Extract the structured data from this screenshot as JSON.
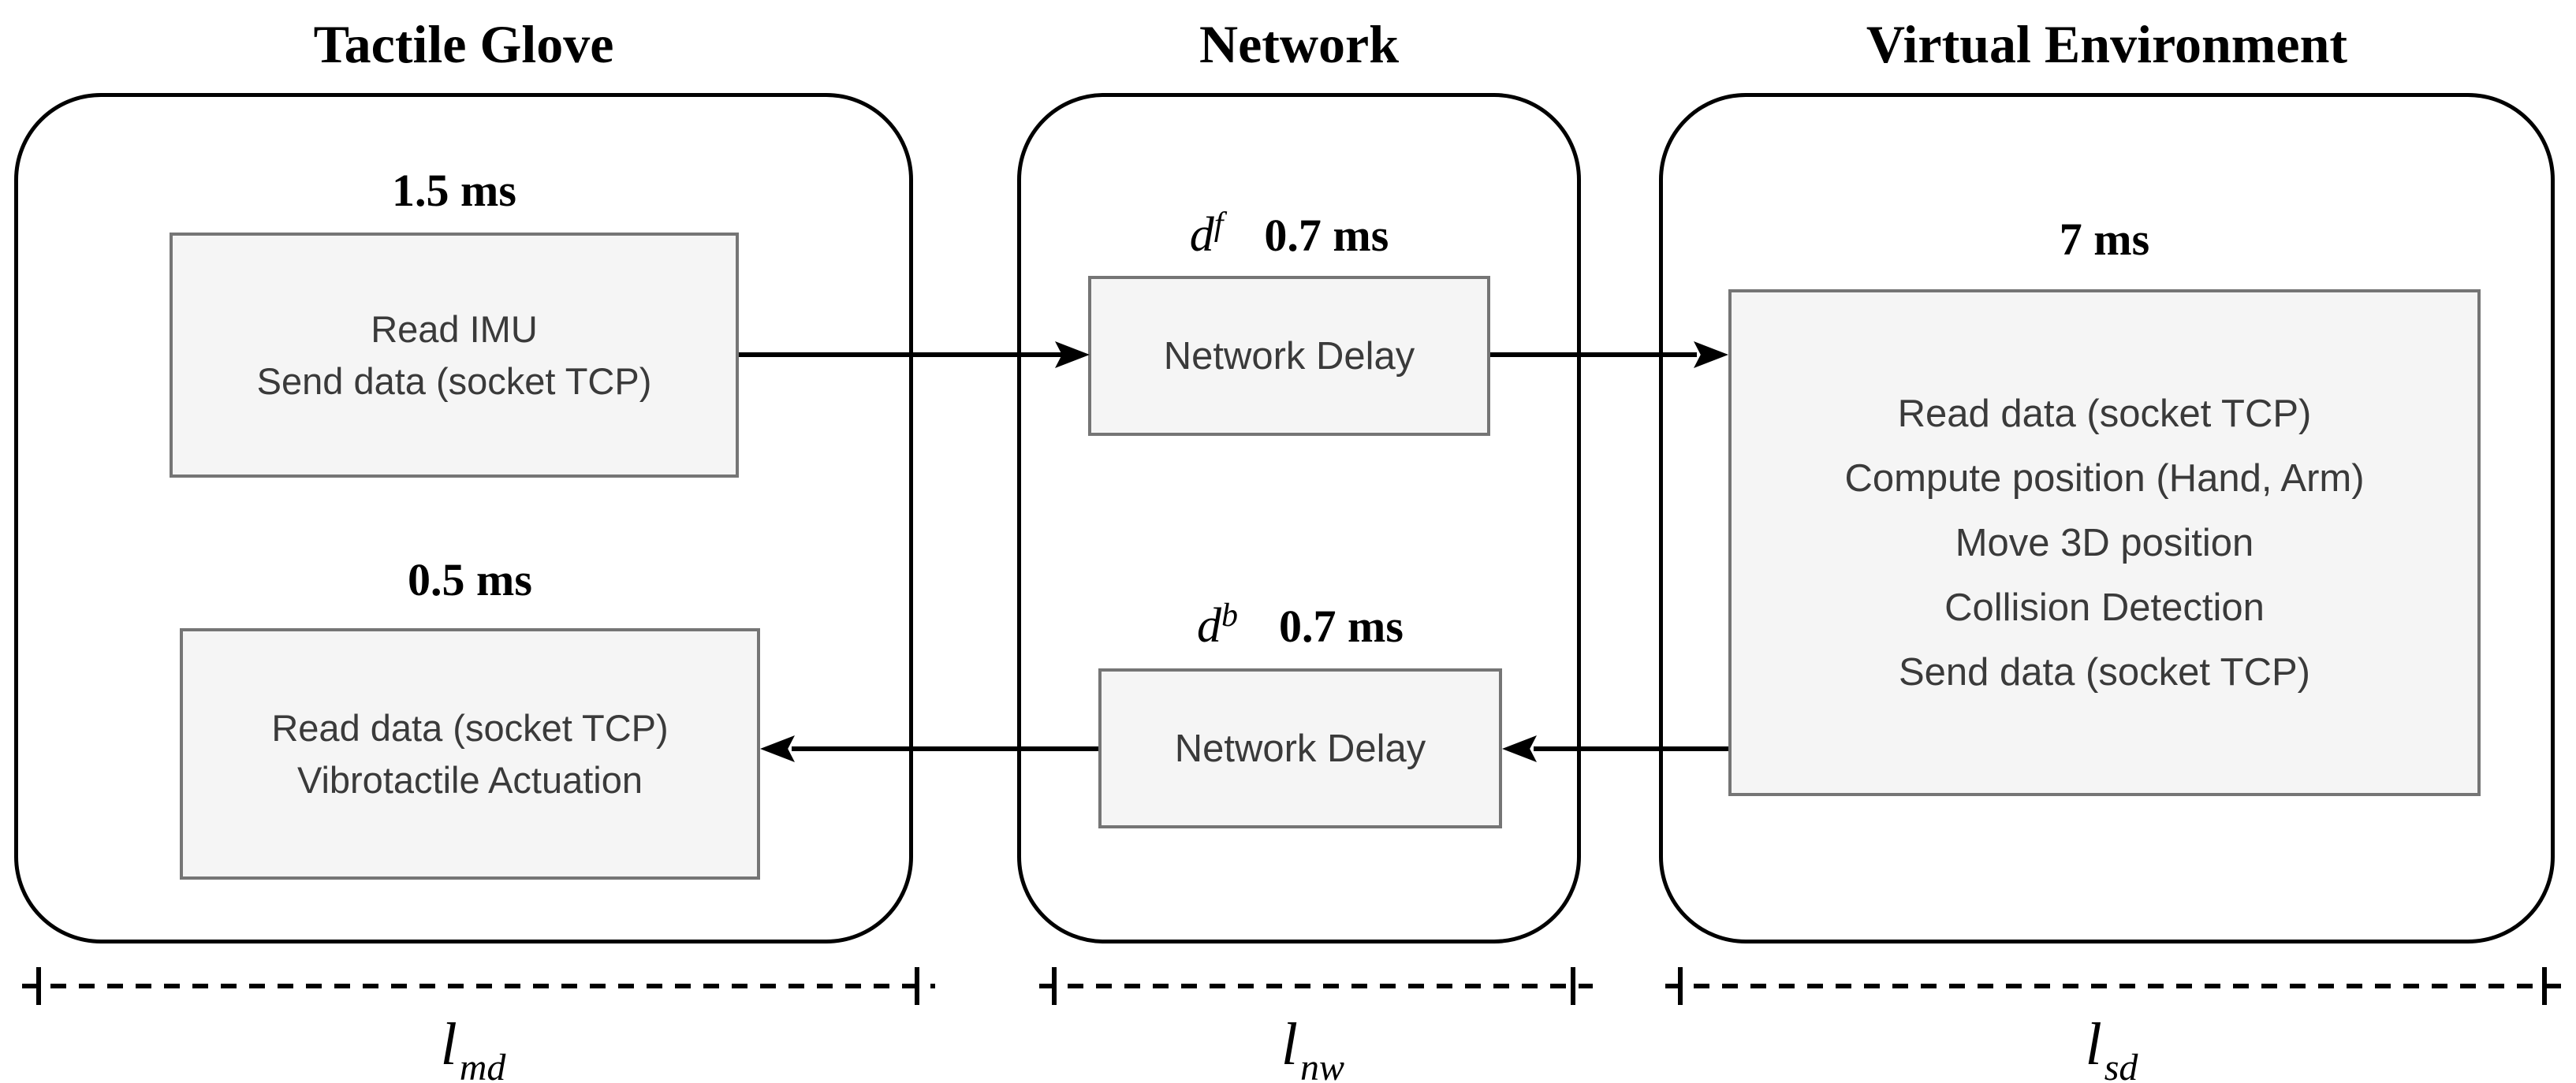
{
  "colors": {
    "background": "#ffffff",
    "container_border": "#000000",
    "process_box_fill": "#f5f5f5",
    "process_box_border": "#757575",
    "process_box_text": "#3a3a3a",
    "line": "#000000"
  },
  "glove": {
    "title": "Tactile Glove",
    "upper": {
      "time": "1.5 ms",
      "lines": [
        "Read IMU",
        "Send data (socket TCP)"
      ]
    },
    "lower": {
      "time": "0.5 ms",
      "lines": [
        "Read data (socket TCP)",
        "Vibrotactile Actuation"
      ]
    },
    "measure": {
      "var": "l",
      "sub": "md"
    }
  },
  "network": {
    "title": "Network",
    "forward": {
      "var": "d",
      "sup": "f",
      "time": "0.7 ms",
      "label": "Network Delay"
    },
    "backward": {
      "var": "d",
      "sup": "b",
      "time": "0.7 ms",
      "label": "Network Delay"
    },
    "measure": {
      "var": "l",
      "sub": "nw"
    }
  },
  "virtual_env": {
    "title": "Virtual Environment",
    "process": {
      "time": "7 ms",
      "lines": [
        "Read data (socket TCP)",
        "Compute position (Hand, Arm)",
        "Move 3D position",
        "Collision Detection",
        "Send data (socket TCP)"
      ]
    },
    "measure": {
      "var": "l",
      "sub": "sd"
    }
  }
}
